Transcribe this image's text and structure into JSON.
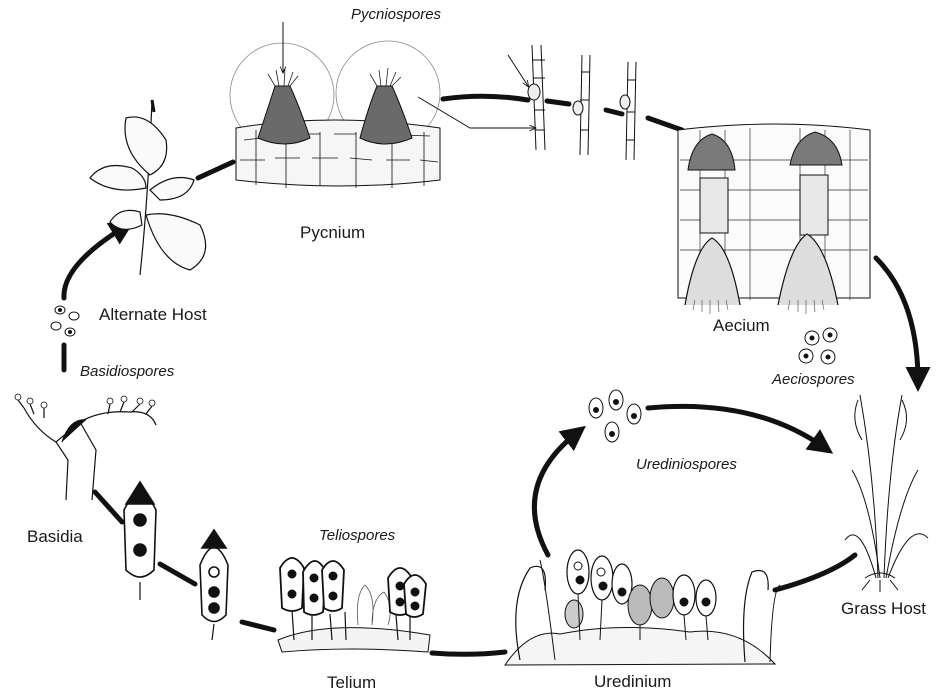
{
  "labels": {
    "pycniospores": "Pycniospores",
    "pycnium": "Pycnium",
    "alternate_host": "Alternate Host",
    "basidiospores": "Basidiospores",
    "basidia": "Basidia",
    "teliospores": "Teliospores",
    "telium": "Telium",
    "urediniospores": "Urediniospores",
    "uredinium": "Uredinium",
    "aecium": "Aecium",
    "aeciospores": "Aeciospores",
    "grass_host": "Grass Host"
  },
  "colors": {
    "ink": "#111111",
    "fill_light": "#f2f2f2",
    "fill_mid": "#c8c8c8",
    "fill_dark": "#5a5a5a",
    "leaf_fill": "#fafafa"
  }
}
